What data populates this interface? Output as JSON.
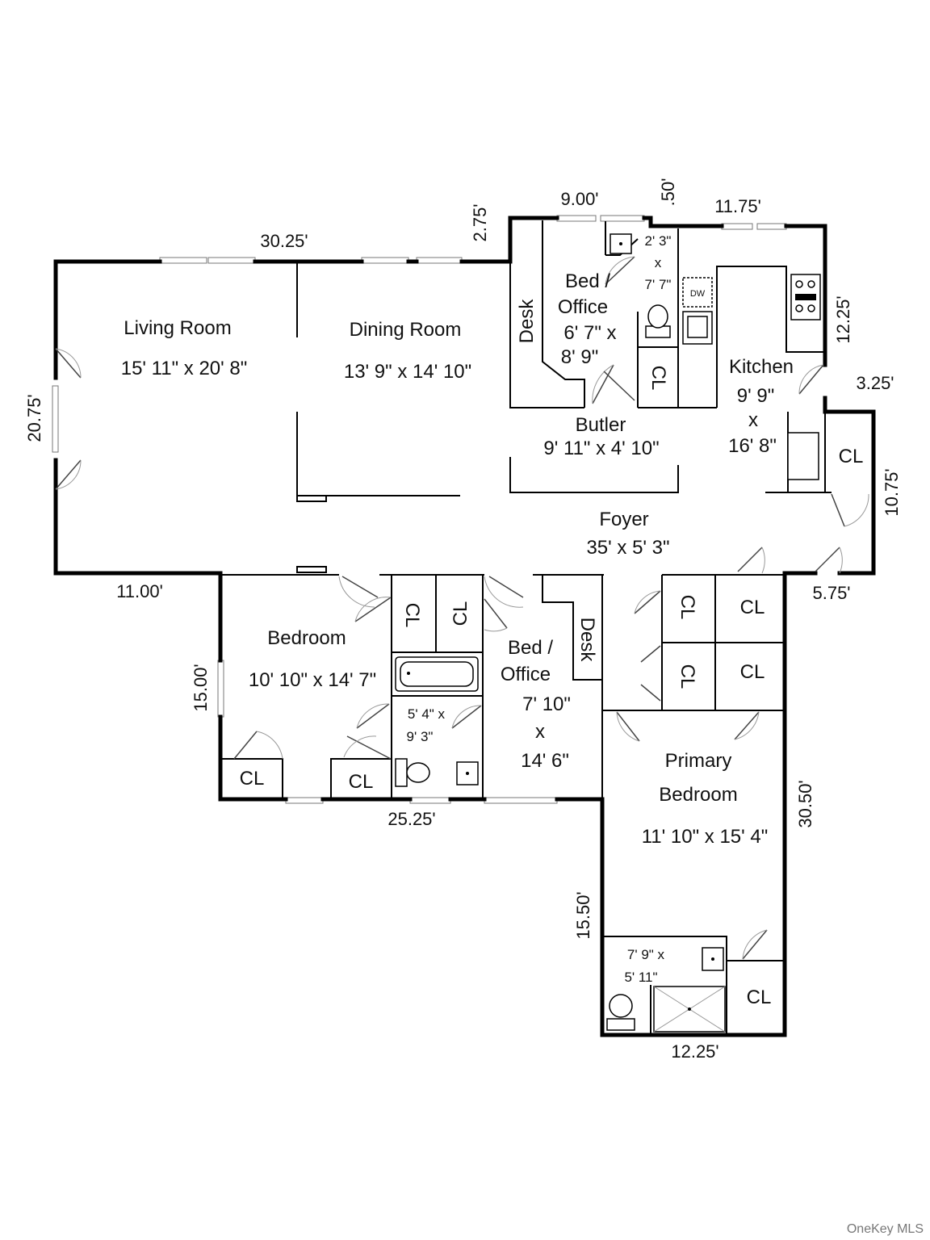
{
  "rooms": {
    "living_room": {
      "name": "Living Room",
      "size": "15' 11\" x 20' 8\""
    },
    "dining_room": {
      "name": "Dining Room",
      "size": "13' 9\" x 14' 10\""
    },
    "bed_office_upper": {
      "name_1": "Bed /",
      "name_2": "Office",
      "size_1": "6' 7\" x",
      "size_2": "8' 9\""
    },
    "half_bath": {
      "l1": "2' 3\"",
      "l2": "x",
      "l3": "7' 7\""
    },
    "kitchen": {
      "name": "Kitchen",
      "l1": "9' 9\"",
      "l2": "x",
      "l3": "16' 8\""
    },
    "butler": {
      "name": "Butler",
      "size": "9' 11\" x 4' 10\""
    },
    "foyer": {
      "name": "Foyer",
      "size": "35' x 5' 3\""
    },
    "bedroom": {
      "name": "Bedroom",
      "size": "10' 10\" x 14' 7\""
    },
    "hall_bath": {
      "l1": "5' 4\" x",
      "l2": "9' 3\""
    },
    "bed_office_lower": {
      "name_1": "Bed /",
      "name_2": "Office",
      "l1": "7' 10\"",
      "l2": "x",
      "l3": "14' 6\""
    },
    "primary_bedroom": {
      "name_1": "Primary",
      "name_2": "Bedroom",
      "size": "11' 10\" x 15' 4\""
    },
    "primary_bath": {
      "l1": "7' 9\" x",
      "l2": "5' 11\""
    }
  },
  "labels": {
    "desk": "Desk",
    "closet": "CL",
    "dishwasher": "DW"
  },
  "dimensions": {
    "top_living_dining": "30.25'",
    "step_275": "2.75'",
    "bed_office_width": "9.00'",
    "step_050": ".50'",
    "kitchen_width": "11.75'",
    "kitchen_right": "12.25'",
    "step_325": "3.25'",
    "closet_right": "10.75'",
    "step_575": "5.75'",
    "left_wall": "20.75'",
    "step_1100": "11.00'",
    "bedroom_left": "15.00'",
    "bottom_wing": "25.25'",
    "primary_right": "30.50'",
    "primary_left": "15.50'",
    "primary_bottom": "12.25'"
  },
  "watermark": "OneKey MLS"
}
